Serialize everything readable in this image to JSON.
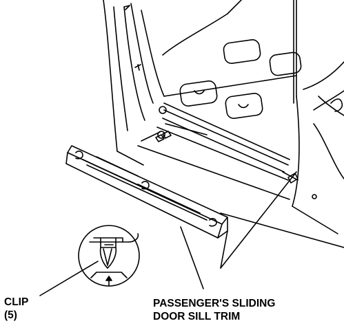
{
  "labels": {
    "clip": {
      "name": "CLIP",
      "count": "(5)"
    },
    "trim": {
      "line1": "PASSENGER'S SLIDING",
      "line2": "DOOR SILL TRIM"
    }
  },
  "colors": {
    "ink": "#000000",
    "paper": "#ffffff"
  }
}
